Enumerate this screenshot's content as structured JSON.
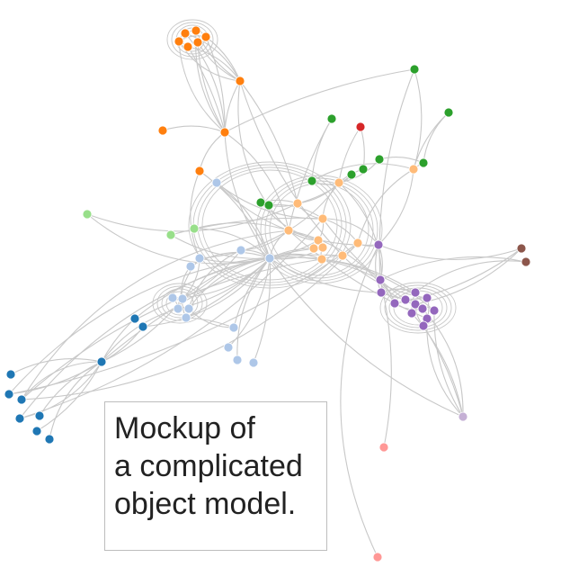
{
  "caption": {
    "lines": [
      "Mockup of",
      "a complicated",
      "object model."
    ]
  },
  "colors": {
    "edge": "#c8c8c8",
    "orange": "#ff7f0e",
    "light_orange": "#ffbb78",
    "green": "#2ca02c",
    "light_green": "#98df8a",
    "red": "#d62728",
    "light_red": "#ff9896",
    "purple": "#9467bd",
    "light_purple": "#c5b0d5",
    "brown": "#8c564b",
    "blue": "#1f77b4",
    "light_blue": "#aec7e8"
  }
}
